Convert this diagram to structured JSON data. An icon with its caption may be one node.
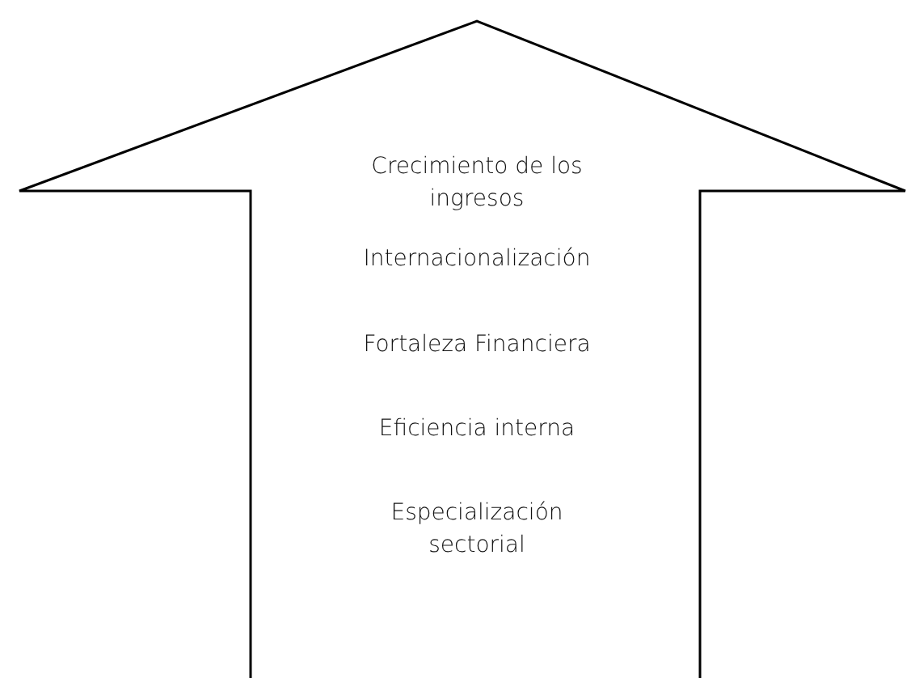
{
  "diagram": {
    "nodes": [
      {
        "text": [
          "Crecimiento de los ingresos",
          "Internacionalización",
          "Fortaleza Financiera",
          "Eficiencia interna",
          "Especialización sectorial"
        ]
      }
    ]
  }
}
